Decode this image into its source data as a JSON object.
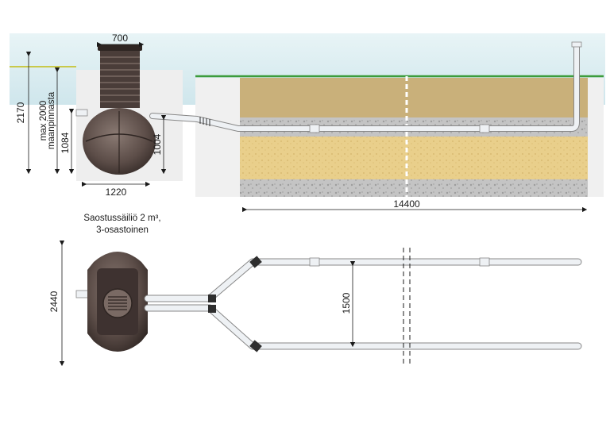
{
  "section": {
    "dim_tank_top_width": "700",
    "dim_total_depth": "2170",
    "dim_max_depth": "max 2000",
    "dim_max_depth_sub": "maanpinnasta",
    "dim_inlet_height": "1084",
    "dim_outlet_height": "1004",
    "dim_tank_width": "1220",
    "dim_total_length": "14400"
  },
  "tank_label": {
    "line1": "Saostussäiliö 2 m³,",
    "line2": "3-osastoinen"
  },
  "plan": {
    "dim_tank_length": "2440",
    "dim_pipe_spacing": "1500"
  },
  "colors": {
    "sky": "#d6ecf0",
    "grass": "#3c9c3c",
    "topsoil": "#c9b07a",
    "sand": "#e9cf8b",
    "gravel": "#bdbdbd",
    "pipe": "#eef1f4",
    "tank": "#5c4d48"
  }
}
